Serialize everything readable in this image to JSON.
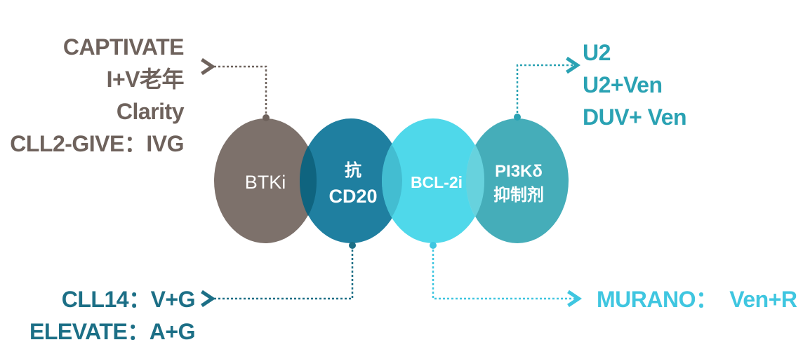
{
  "colors": {
    "btki": "#7d716b",
    "cd20": "#1f7fa0",
    "bcl2": "#4fd8ea",
    "pi3k": "#45adb9",
    "btki_text": "#6e625c",
    "cd20_text": "#1c6f86",
    "bcl2_text": "#3fc6e0",
    "pi3k_text": "#2aa2b3"
  },
  "circles": {
    "btki": {
      "line1": "BTKi",
      "line2": ""
    },
    "cd20": {
      "line1": "抗",
      "line2": "CD20"
    },
    "bcl2": {
      "line1": "BCL-2i",
      "line2": ""
    },
    "pi3k": {
      "line1": "PI3Kδ",
      "line2": "抑制剂"
    }
  },
  "btki_trials": [
    "CAPTIVATE",
    "I+V老年",
    "Clarity",
    "CLL2-GIVE：IVG"
  ],
  "cd20_trials": [
    "CLL14：V+G",
    "ELEVATE：A+G"
  ],
  "bcl2_trials": [
    "MURANO：  Ven+R"
  ],
  "pi3k_trials": [
    "U2",
    "U2+Ven",
    "DUV+ Ven"
  ]
}
